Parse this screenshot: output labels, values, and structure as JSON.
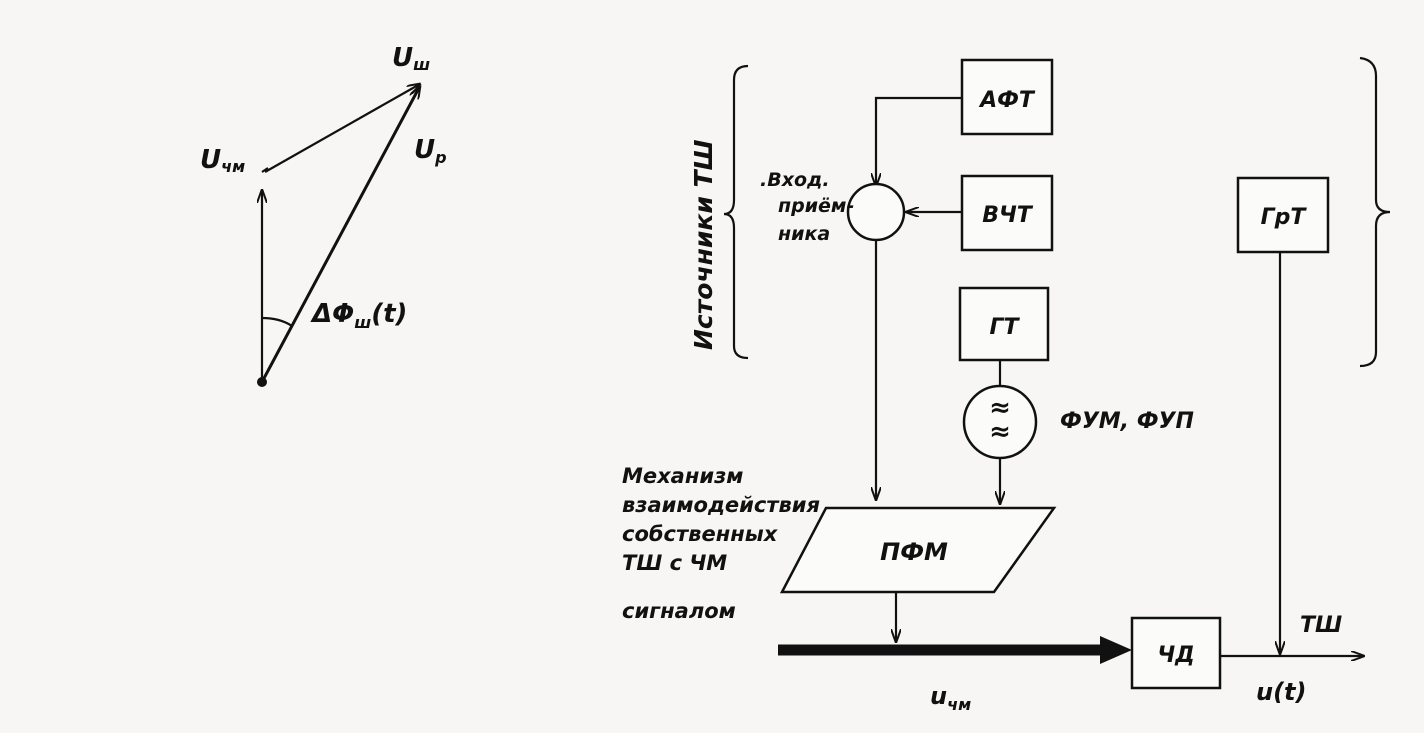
{
  "vector_diagram": {
    "u_noise": "U",
    "u_noise_sub": "ш",
    "u_fm": "U",
    "u_fm_sub": "чм",
    "u_result": "U",
    "u_result_sub": "р",
    "phase_prefix": "ΔΦ",
    "phase_sub": "ш",
    "phase_suffix": "(t)"
  },
  "block_diagram": {
    "sources_label": "Источники  ТШ",
    "input_label_line1": ".Вход.",
    "input_label_line2": "приём-",
    "input_label_line3": "ника",
    "blocks": {
      "aft": "АФТ",
      "vcht": "ВЧТ",
      "gt": "ГТ",
      "grt": "ГрТ",
      "pfm": "ПФМ",
      "chd": "ЧД"
    },
    "filter_label": "ФУМ, ФУП",
    "filter_symbol": "≈",
    "mechanism_lines": [
      "Механизм",
      "взаимодействия",
      "собственных",
      "ТШ с ЧМ",
      "сигналом"
    ],
    "input_signal_prefix": "u",
    "input_signal_sub": "чм",
    "output_signal": "u(t)",
    "output_noise": "ТШ"
  }
}
